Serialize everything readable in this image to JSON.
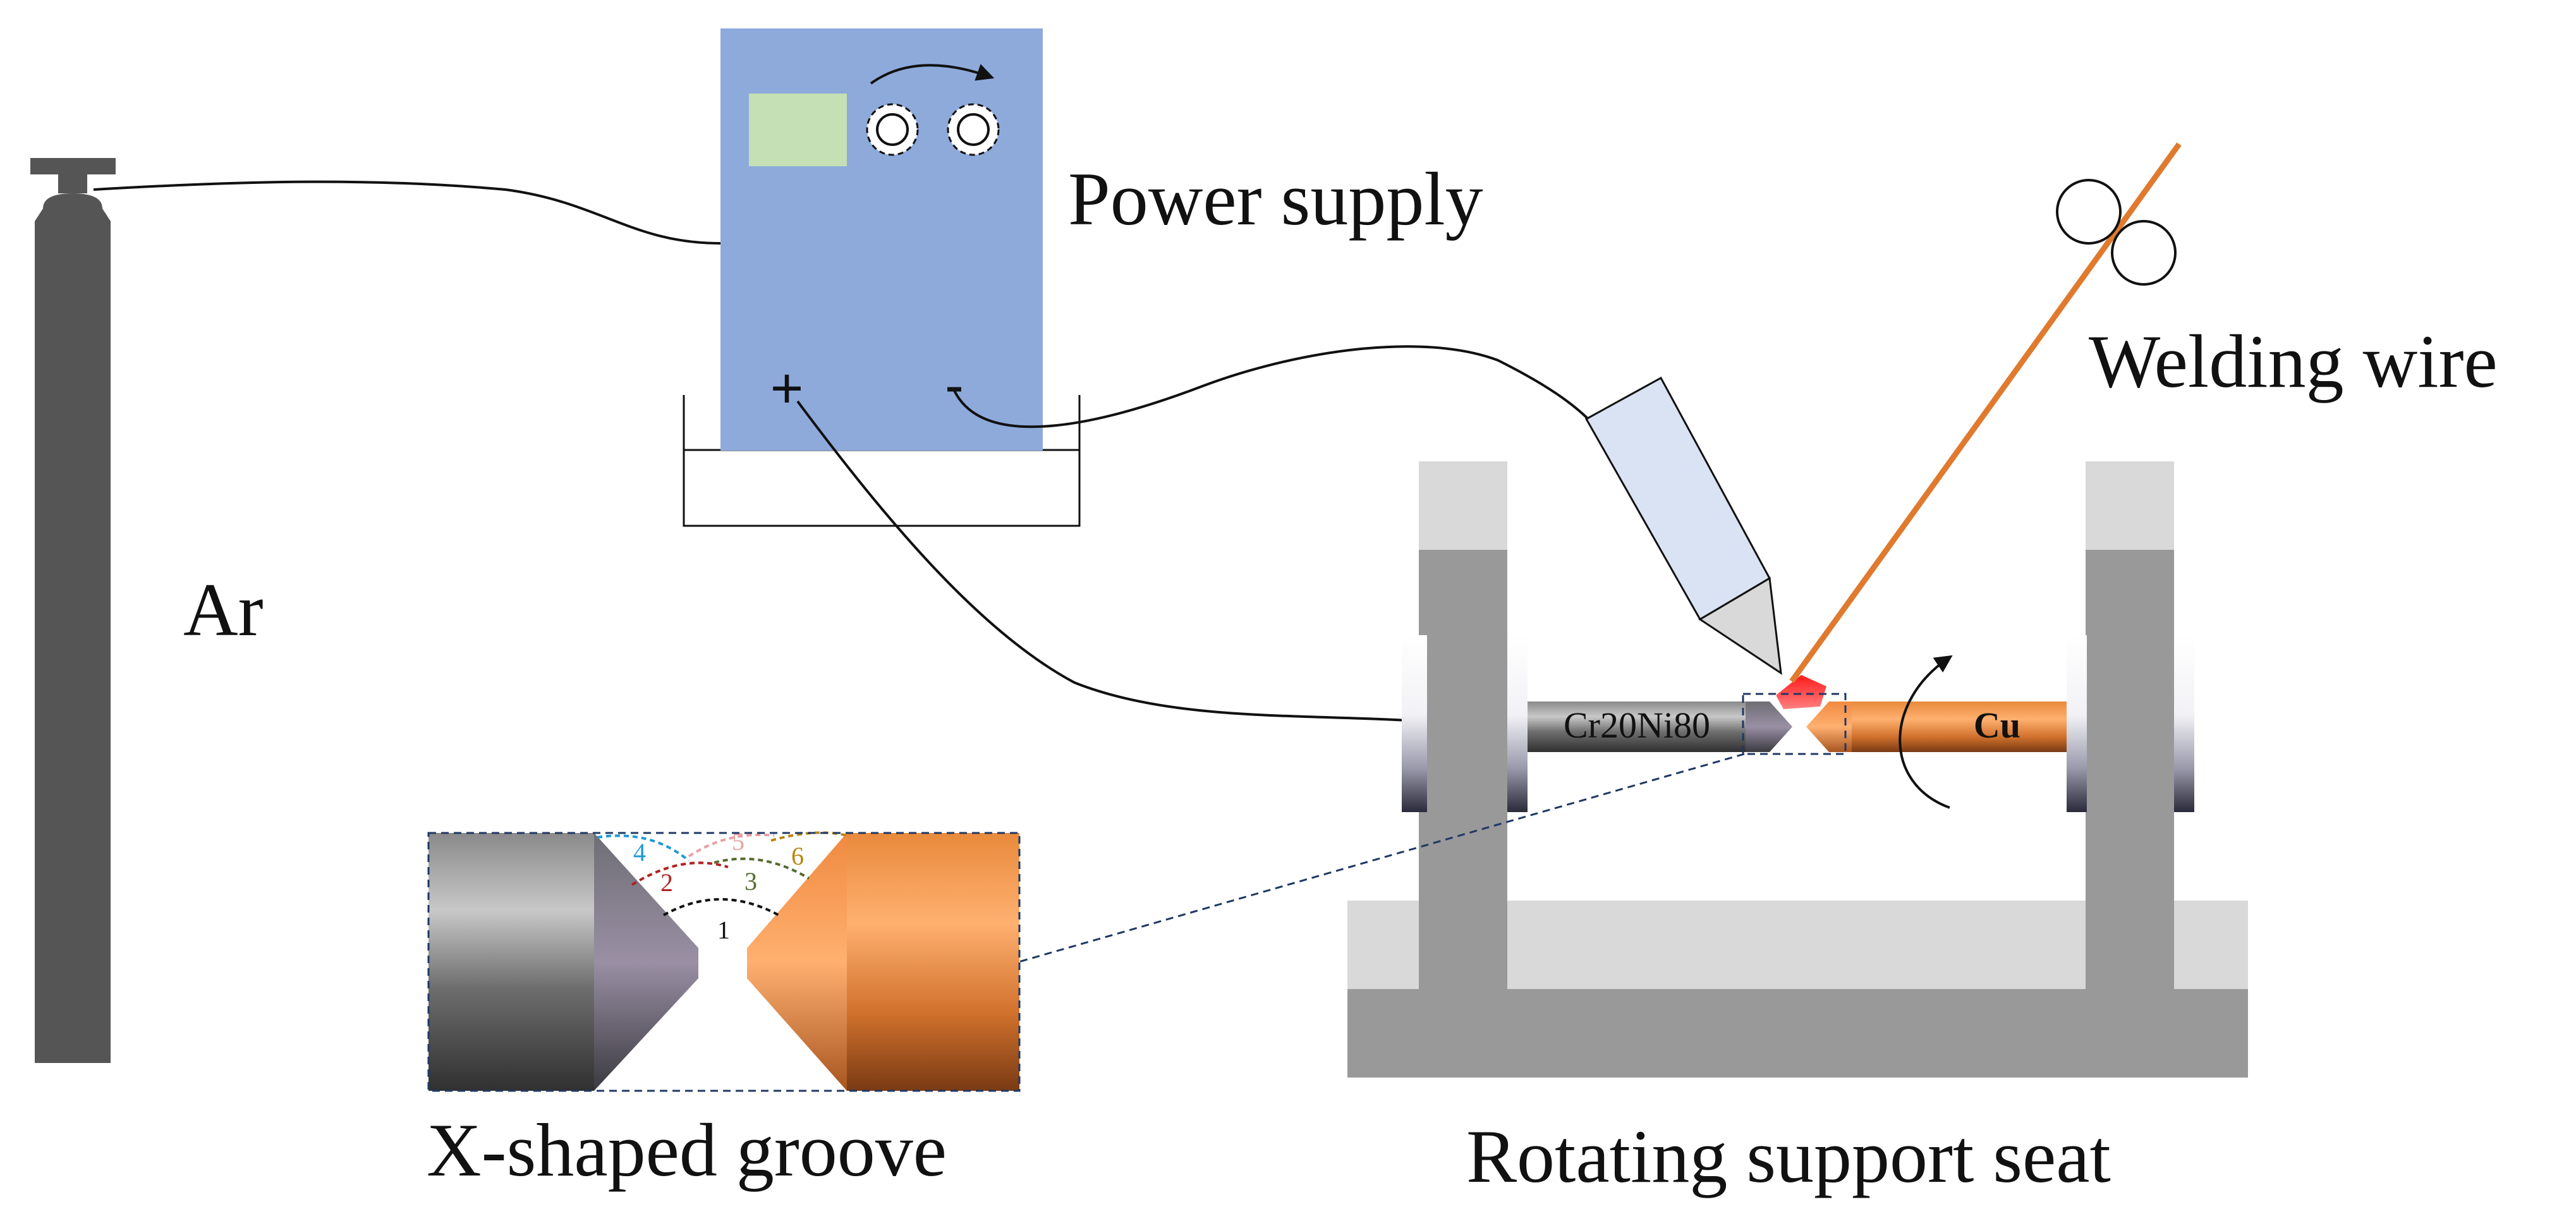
{
  "labels": {
    "gas": "Ar",
    "power_supply": "Power supply",
    "welding_wire": "Welding wire",
    "groove": "X-shaped groove",
    "support_seat": "Rotating support seat"
  },
  "workpieces": {
    "left_bar": "Cr20Ni80",
    "right_bar": "Cu"
  },
  "power_terminals": {
    "positive": "+",
    "negative": "-"
  },
  "weld_passes": [
    {
      "label": "1",
      "color": "#111111"
    },
    {
      "label": "2",
      "color": "#b22222"
    },
    {
      "label": "3",
      "color": "#556b2f"
    },
    {
      "label": "4",
      "color": "#1e9ad6"
    },
    {
      "label": "5",
      "color": "#e8a0a0"
    },
    {
      "label": "6",
      "color": "#b8860b"
    }
  ],
  "colors": {
    "cylinder": "#555555",
    "power_body": "#8eaadb",
    "display": "#c5e0b4",
    "frame": "#999999",
    "frame_light": "#d9d9d9",
    "copper": "#e0803a",
    "wire": "#e07a2e",
    "arc": "#ff0000",
    "torch": "#dae3f3"
  }
}
